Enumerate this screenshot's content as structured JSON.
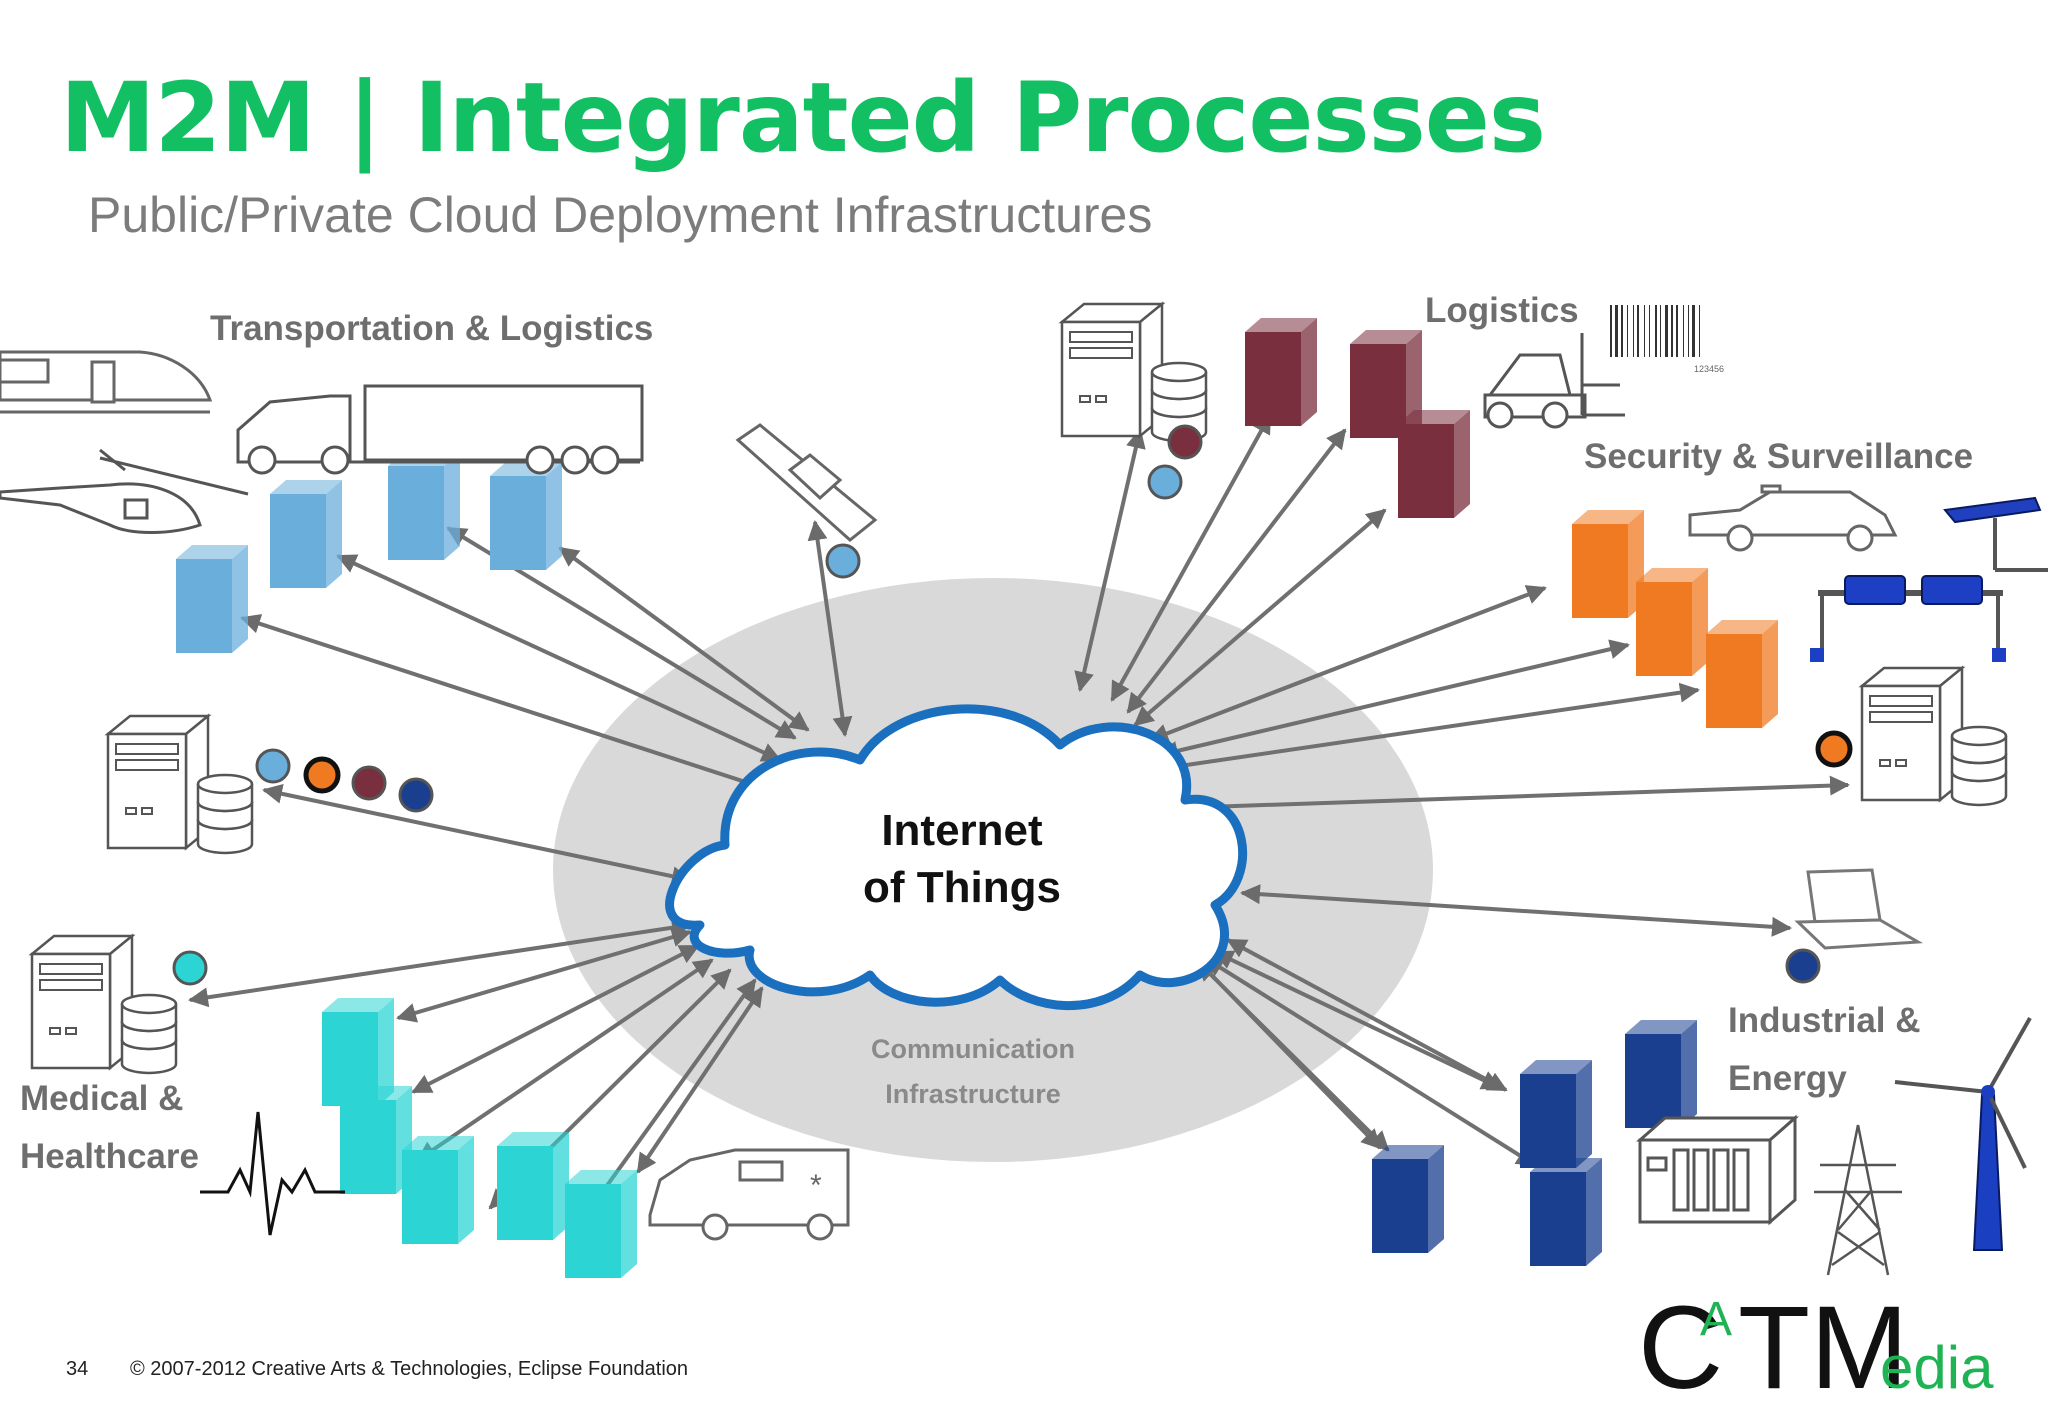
{
  "slide": {
    "title": "M2M  |  Integrated Processes",
    "subtitle": "Public/Private Cloud Deployment Infrastructures",
    "page_number": "34",
    "copyright": "© 2007-2012  Creative Arts & Technologies, Eclipse Foundation"
  },
  "diagram": {
    "center_label_line1": "Internet",
    "center_label_line2": "of Things",
    "infrastructure_line1": "Communication",
    "infrastructure_line2": "Infrastructure",
    "groups": {
      "transportation": "Transportation & Logistics",
      "logistics": "Logistics",
      "security": "Security & Surveillance",
      "medical_line1": "Medical &",
      "medical_line2": "Healthcare",
      "industrial_line1": "Industrial &",
      "industrial_line2": "Energy"
    },
    "barcode_number": "123456"
  },
  "logo": {
    "part1": "C",
    "part2": "A",
    "part3": "TM",
    "part4": "edia"
  },
  "colors": {
    "title_green": "#12c063",
    "cloud_outline": "#1a6fbf",
    "arrow": "#707070",
    "light_blue": "#6aaedb",
    "maroon": "#7a2f3e",
    "orange": "#f07a22",
    "cyan": "#2dd4d4",
    "dark_blue": "#1a3f8f"
  }
}
